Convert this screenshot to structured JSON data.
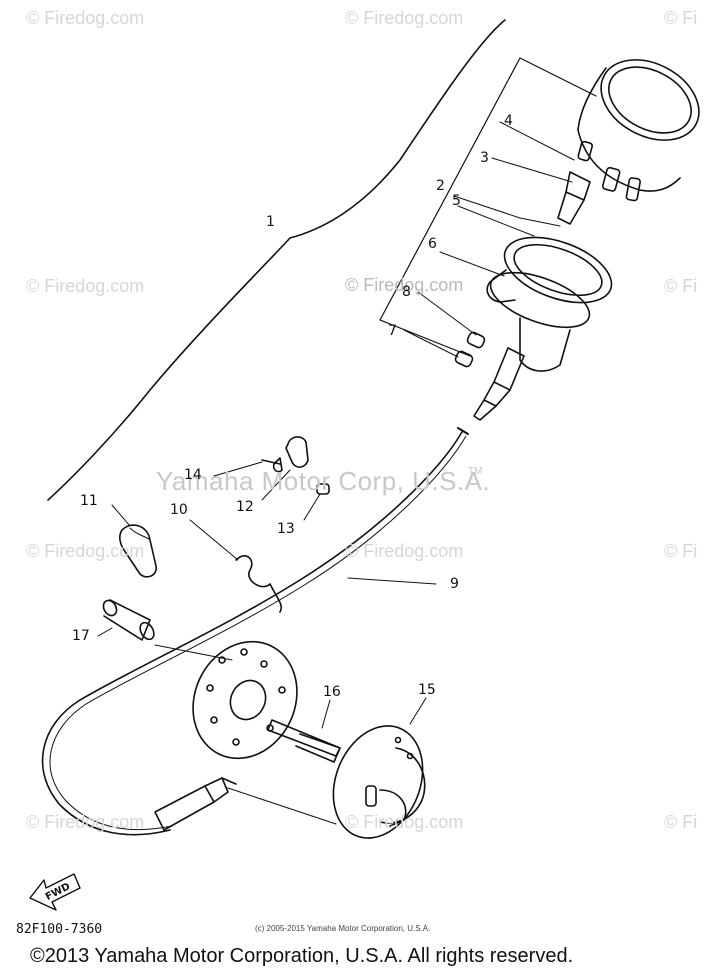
{
  "watermarks": {
    "firedog": "© Firedog.com",
    "firedog_clipped": "© Fi",
    "center": "© Firedog.com",
    "yamaha": "Yamaha Motor Corp, U.S.A.",
    "tm": "TM"
  },
  "callouts": {
    "c1": "1",
    "c2": "2",
    "c3": "3",
    "c4": "4",
    "c5": "5",
    "c6": "6",
    "c7": "7",
    "c8": "8",
    "c9": "9",
    "c10": "10",
    "c11": "11",
    "c12": "12",
    "c13": "13",
    "c14": "14",
    "c15": "15",
    "c16": "16",
    "c17": "17"
  },
  "fwd_label": "FWD",
  "diagram_code": "82F100-7360",
  "small_copyright": "(c) 2005-2015 Yamaha Motor Corporation, U.S.A.",
  "footer_copyright": "©2013 Yamaha Motor Corporation, U.S.A. All rights reserved.",
  "colors": {
    "line": "#111111",
    "watermark": "#d6d6d6"
  }
}
